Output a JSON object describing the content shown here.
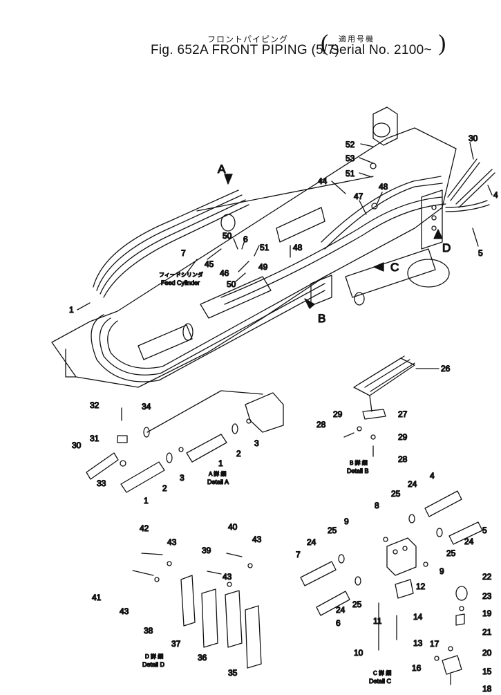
{
  "header": {
    "title_jp": "フロントパイピング",
    "fig_title": "Fig. 652A  FRONT PIPING (5/7)",
    "serial_jp": "適用号機",
    "serial": "Serial No. 2100~",
    "paren_open": "(",
    "paren_close": ")"
  },
  "main_view": {
    "view_arrows": [
      "A",
      "B",
      "C",
      "D"
    ],
    "feed_cylinder_jp": "フィードシリンダ",
    "feed_cylinder": "Feed Cylinder",
    "part_numbers": [
      "52",
      "53",
      "51",
      "44",
      "48",
      "47",
      "30",
      "4",
      "5",
      "50",
      "6",
      "51",
      "48",
      "49",
      "7",
      "45",
      "46",
      "50",
      "1"
    ]
  },
  "details": {
    "detail_a": {
      "caption_jp": "A 詳 細",
      "caption": "Detail A",
      "part_numbers": [
        "32",
        "34",
        "31",
        "30",
        "33",
        "1",
        "2",
        "3",
        "1",
        "2",
        "3"
      ]
    },
    "detail_b": {
      "caption_jp": "B 詳 細",
      "caption": "Detail B",
      "part_numbers": [
        "26",
        "27",
        "29",
        "28",
        "29",
        "28"
      ]
    },
    "detail_c": {
      "caption_jp": "C 詳 細",
      "caption": "Detail C",
      "part_numbers": [
        "4",
        "24",
        "25",
        "8",
        "9",
        "7",
        "24",
        "25",
        "5",
        "24",
        "25",
        "9",
        "12",
        "22",
        "23",
        "19",
        "21",
        "14",
        "11",
        "13",
        "24",
        "25",
        "6",
        "10",
        "17",
        "20",
        "16",
        "15",
        "18"
      ]
    },
    "detail_d": {
      "caption_jp": "D 詳 細",
      "caption": "Detail D",
      "part_numbers": [
        "42",
        "43",
        "40",
        "43",
        "39",
        "43",
        "41",
        "43",
        "38",
        "37",
        "36",
        "35"
      ]
    }
  }
}
